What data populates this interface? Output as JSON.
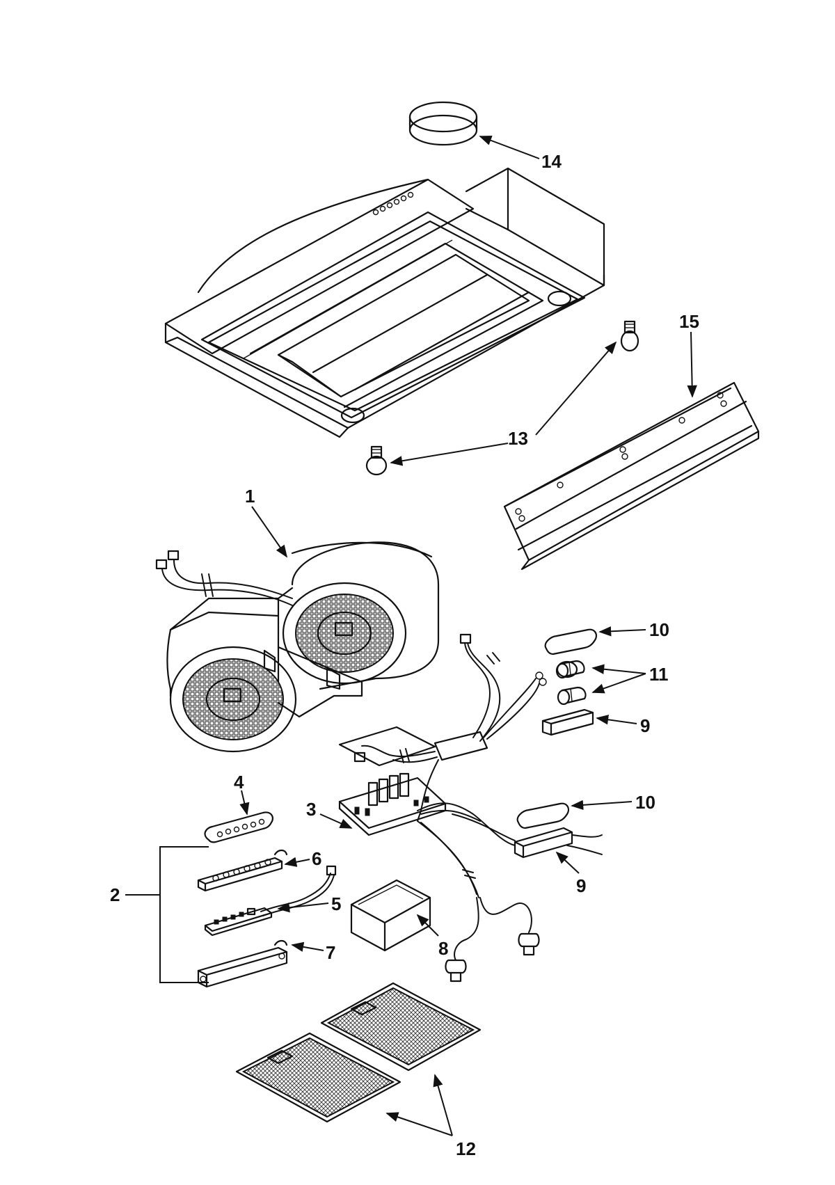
{
  "labels": {
    "p1": "1",
    "p2": "2",
    "p3": "3",
    "p4": "4",
    "p5": "5",
    "p6": "6",
    "p7": "7",
    "p8": "8",
    "p9a": "9",
    "p9b": "9",
    "p10a": "10",
    "p10b": "10",
    "p11": "11",
    "p12": "12",
    "p13": "13",
    "p14": "14",
    "p15": "15"
  }
}
